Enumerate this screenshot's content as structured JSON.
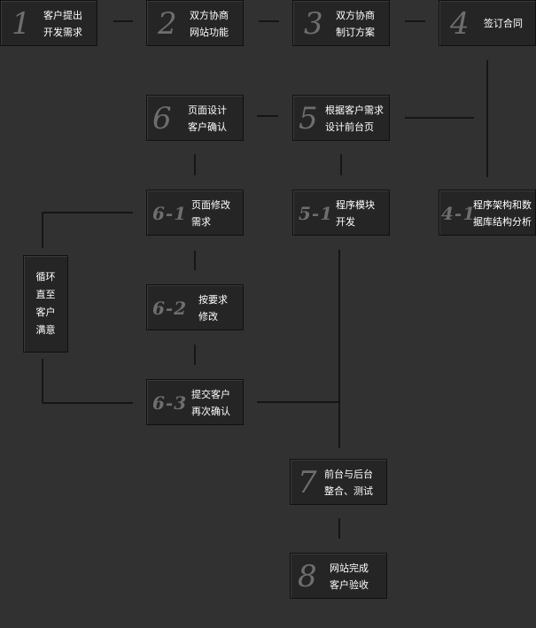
{
  "diagram": {
    "steps": [
      {
        "id": "1",
        "number": "1",
        "lines": [
          "客户提出",
          "开发需求"
        ]
      },
      {
        "id": "2",
        "number": "2",
        "lines": [
          "双方协商",
          "网站功能"
        ]
      },
      {
        "id": "3",
        "number": "3",
        "lines": [
          "双方协商",
          "制订方案"
        ]
      },
      {
        "id": "4",
        "number": "4",
        "lines": [
          "签订合同"
        ]
      },
      {
        "id": "6",
        "number": "6",
        "lines": [
          "页面设计",
          "客户确认"
        ]
      },
      {
        "id": "5",
        "number": "5",
        "lines": [
          "根据客户需求",
          "设计前台页"
        ]
      },
      {
        "id": "6-1",
        "number": "6-1",
        "lines": [
          "页面修改",
          "需求"
        ]
      },
      {
        "id": "5-1",
        "number": "5-1",
        "lines": [
          "程序模块",
          "开发"
        ]
      },
      {
        "id": "4-1",
        "number": "4-1",
        "lines": [
          "程序架构和数",
          "据库结构分析"
        ]
      },
      {
        "id": "6-2",
        "number": "6-2",
        "lines": [
          "按要求",
          "修改"
        ]
      },
      {
        "id": "6-3",
        "number": "6-3",
        "lines": [
          "提交客户",
          "再次确认"
        ]
      },
      {
        "id": "7",
        "number": "7",
        "lines": [
          "前台与后台",
          "整合、测试"
        ]
      },
      {
        "id": "8",
        "number": "8",
        "lines": [
          "网站完成",
          "客户验收"
        ]
      }
    ],
    "loop": {
      "lines": [
        "循环",
        "直至",
        "客户",
        "满意"
      ]
    }
  },
  "colors": {
    "background": "#313131",
    "box_fill": "#252525",
    "box_border": "#101010",
    "connector": "#0c0c0c",
    "number_text": "#6e6e6e",
    "label_text": "#ffffff"
  }
}
